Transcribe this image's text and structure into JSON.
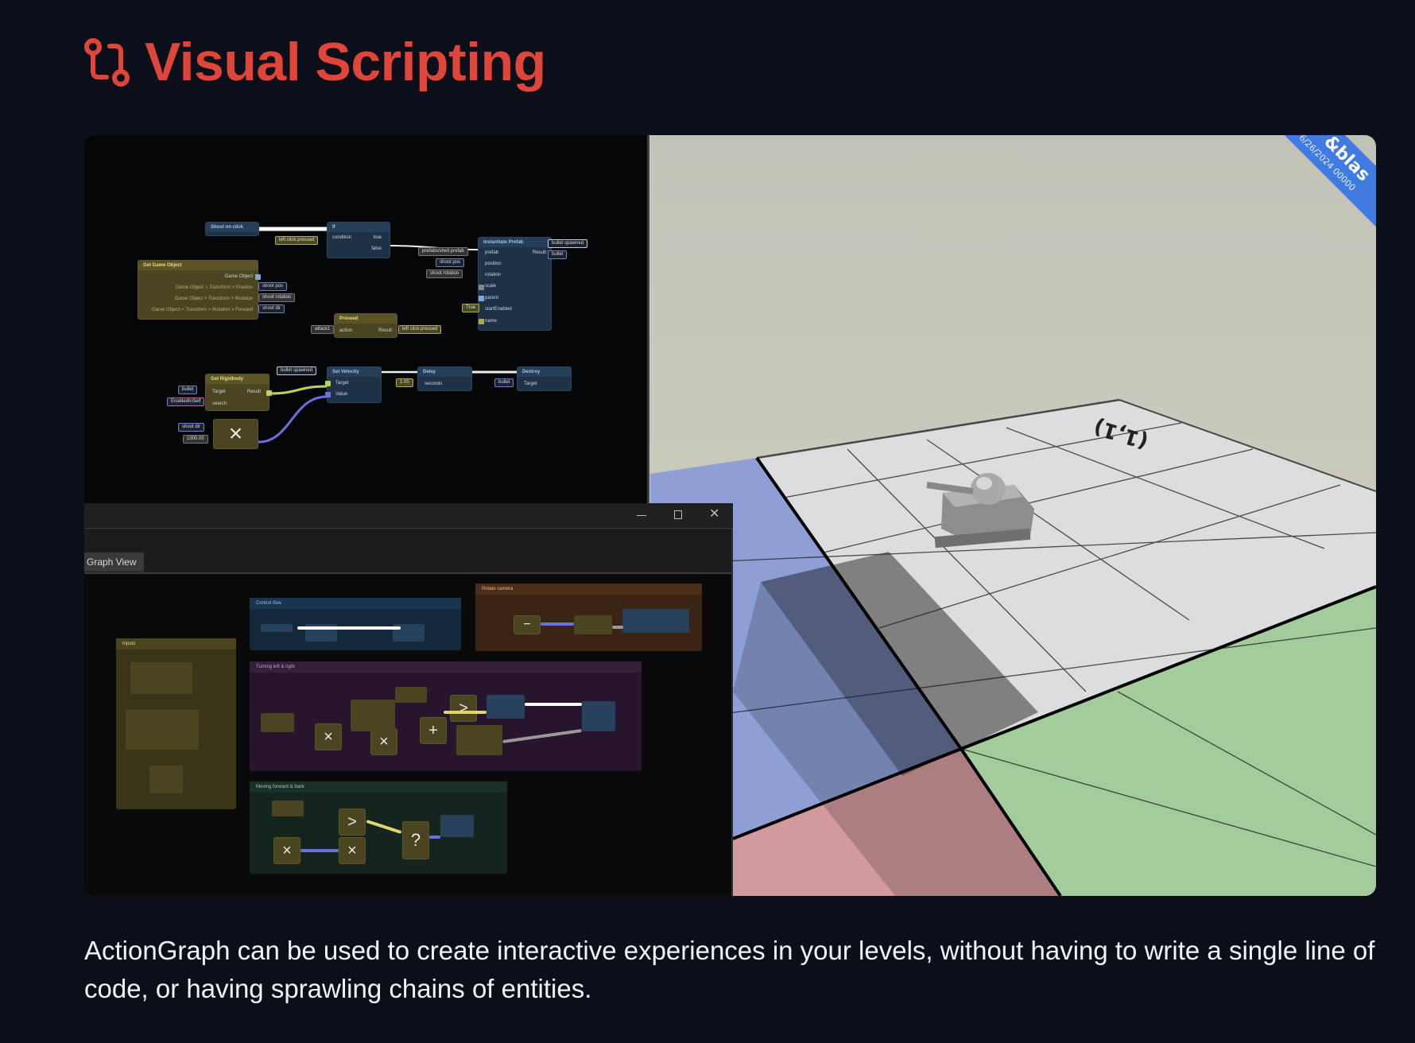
{
  "header": {
    "title": "Visual Scripting",
    "icon": "git-branch-icon",
    "color": "#e0453a"
  },
  "graph": {
    "shoot_on_click": "Shoot on click",
    "if_node": {
      "title": "If",
      "condition": "condition",
      "true": "true",
      "false": "false",
      "chip": "left click pressed"
    },
    "instantiate": {
      "title": "Instantiate Prefab",
      "rows": [
        "prefab",
        "position",
        "rotation",
        "scale",
        "parent",
        "startEnabled",
        "name"
      ],
      "result": "Result",
      "chips": [
        "prefabs/shell.prefab",
        "shoot pos",
        "shoot rotation",
        "True"
      ],
      "out_chips": [
        "bullet spawned",
        "bullet"
      ]
    },
    "get_game_object": {
      "title": "Get Game Object",
      "rows": [
        "Game Object",
        "Game Object > Transform > Position",
        "Game Object > Transform > Rotation",
        "Game Object > Transform > Rotation > Forward"
      ],
      "chips": [
        "shoot pos",
        "shoot rotation",
        "shoot dir"
      ]
    },
    "pressed": {
      "title": "Pressed",
      "action": "action",
      "result": "Result",
      "chip_in": "attack1",
      "chip_out": "left click pressed"
    },
    "get_rigidbody": {
      "title": "Get Rigidbody",
      "target": "Target",
      "result": "Result",
      "search": "search",
      "chips": [
        "bullet",
        "EnabledInSelf"
      ]
    },
    "set_velocity": {
      "title": "Set Velocity",
      "target": "Target",
      "value": "Value",
      "chip": "bullet spawned"
    },
    "delay": {
      "title": "Delay",
      "seconds": "seconds",
      "chip": "1.00"
    },
    "destroy": {
      "title": "Destroy",
      "target": "Target",
      "chip": "bullet"
    },
    "multiply": {
      "symbol": "×",
      "chips": [
        "shoot dir",
        "1000.00"
      ]
    }
  },
  "window": {
    "tab": "Graph View",
    "groups": {
      "control_flow": "Control flow",
      "rotate_camera": "Rotate camera",
      "inputs": "Inputs",
      "turning": "Turning left & right",
      "moving": "Moving forward & back"
    },
    "ops": {
      "minus": "−",
      "plus": "+",
      "gt": ">",
      "times": "×",
      "question": "?"
    }
  },
  "scene": {
    "cell_label": "(1,1)",
    "ribbon_line1": "&blas",
    "ribbon_line2": "6/26/2024 00000",
    "ribbon_color": "#3f7be0"
  },
  "description": "ActionGraph can be used to create interactive experiences in your levels, without having to write a single line of code, or having sprawling chains of entities."
}
